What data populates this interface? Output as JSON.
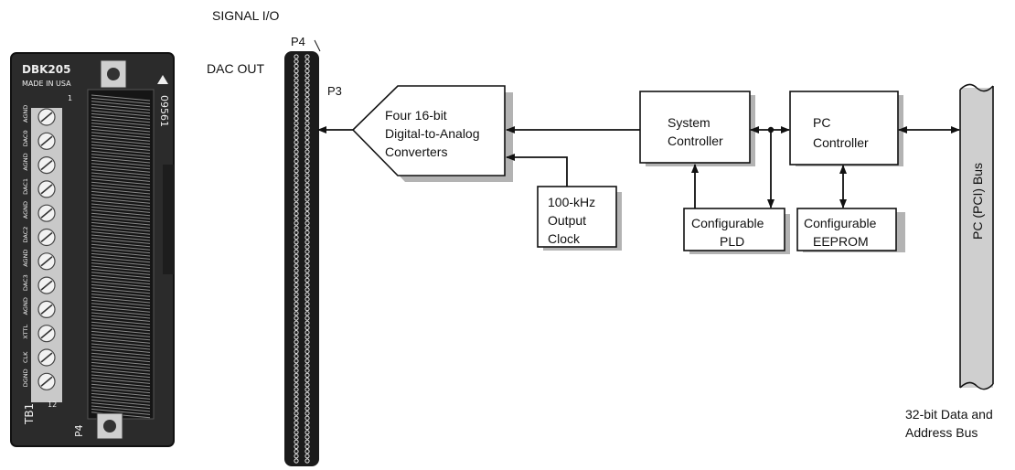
{
  "signal_io": {
    "title": "SIGNAL I/O",
    "connector_p4": "P4",
    "connector_p3": "P3",
    "dac_out": "DAC OUT"
  },
  "board": {
    "model": "DBK205",
    "made_in": "MADE IN USA",
    "serial": "09561",
    "pin_first": "1",
    "pin_last": "12",
    "terminal_block": "TB1",
    "connector": "P4",
    "terminals": [
      "AGND",
      "DAC0",
      "AGND",
      "DAC1",
      "AGND",
      "DAC2",
      "AGND",
      "DAC3",
      "AGND",
      "XTTL",
      "CLK",
      "DGND"
    ]
  },
  "blocks": {
    "dac": [
      "Four 16-bit",
      "Digital-to-Analog",
      "Converters"
    ],
    "clock": [
      "100-kHz",
      "Output",
      "Clock"
    ],
    "system_controller": [
      "System",
      "Controller"
    ],
    "pc_controller": [
      "PC",
      "Controller"
    ],
    "pld": [
      "Configurable",
      "PLD"
    ],
    "eeprom": [
      "Configurable",
      "EEPROM"
    ]
  },
  "bus": {
    "label": "PC (PCI) Bus",
    "note": [
      "32-bit Data and",
      "Address Bus"
    ]
  },
  "colors": {
    "line": "#111111",
    "shadow": "#b3b3b3",
    "board": "#2a2a2a",
    "connector": "#1a1a1a",
    "bus_fill": "#d0d0d0"
  }
}
